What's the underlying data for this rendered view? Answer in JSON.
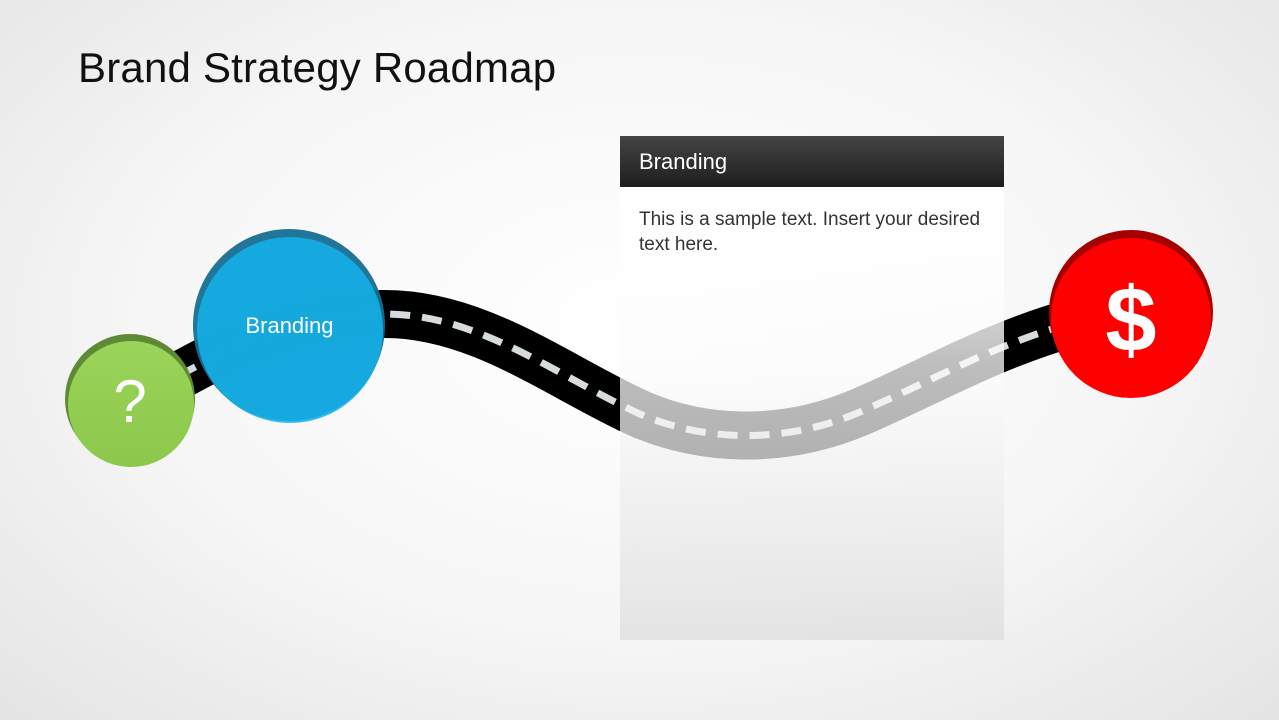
{
  "title": "Brand Strategy Roadmap",
  "nodes": {
    "start": {
      "symbol": "?",
      "color": "#92d050"
    },
    "branding": {
      "label": "Branding",
      "color": "#15b0e8"
    },
    "end": {
      "symbol": "$",
      "color": "#ff0000"
    }
  },
  "panel": {
    "heading": "Branding",
    "body": "This is a sample text. Insert your desired text here."
  }
}
